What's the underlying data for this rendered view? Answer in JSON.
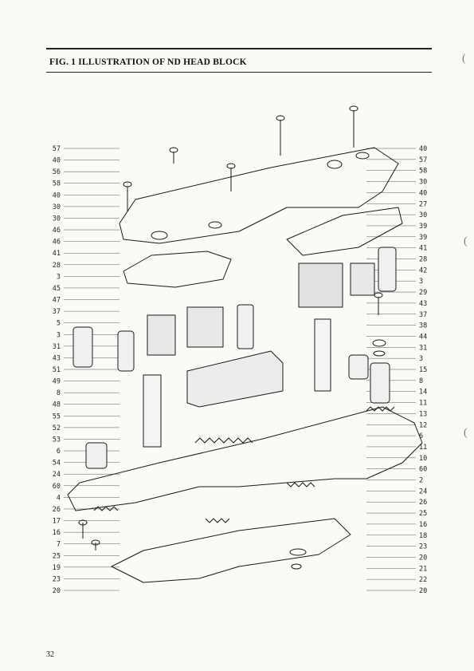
{
  "header": {
    "title": "FIG. 1   ILLUSTRATION OF ND HEAD BLOCK"
  },
  "figure": {
    "left_labels": [
      "57",
      "40",
      "56",
      "58",
      "40",
      "30",
      "30",
      "46",
      "46",
      "41",
      "28",
      "3",
      "45",
      "47",
      "37",
      "5",
      "3",
      "31",
      "43",
      "51",
      "49",
      "8",
      "48",
      "55",
      "52",
      "53",
      "6",
      "54",
      "24",
      "60",
      "4",
      "26",
      "17",
      "16",
      "7",
      "25",
      "19",
      "23",
      "20"
    ],
    "right_labels": [
      "40",
      "57",
      "58",
      "30",
      "40",
      "27",
      "30",
      "39",
      "39",
      "41",
      "28",
      "42",
      "3",
      "29",
      "43",
      "37",
      "38",
      "44",
      "31",
      "3",
      "15",
      "8",
      "14",
      "11",
      "13",
      "12",
      "6",
      "11",
      "10",
      "60",
      "2",
      "24",
      "26",
      "25",
      "16",
      "18",
      "23",
      "20",
      "21",
      "22",
      "20"
    ]
  },
  "footer": {
    "page_number": "32"
  }
}
